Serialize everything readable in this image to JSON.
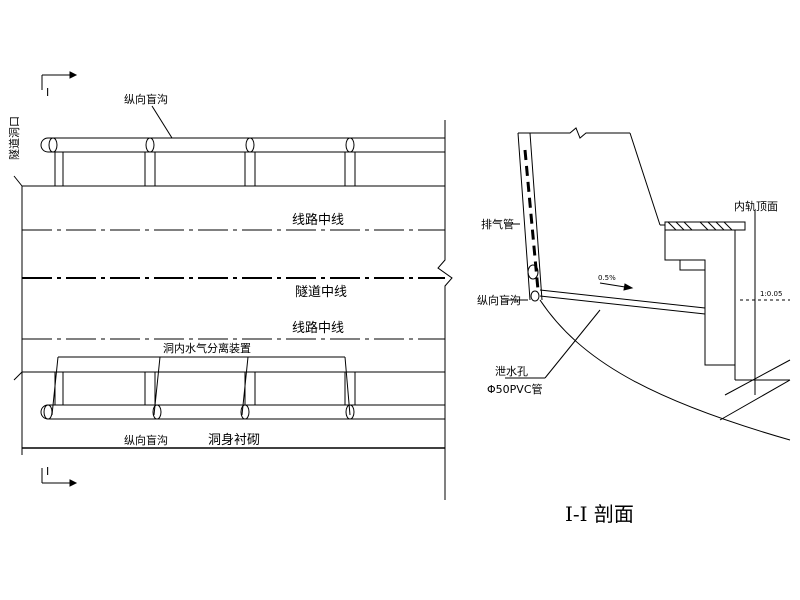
{
  "plan": {
    "section_mark_top": "I",
    "section_mark_bottom": "I",
    "portal_label": "隧道洞口",
    "ditch_label_top": "纵向盲沟",
    "ditch_label_bottom": "纵向盲沟",
    "route_centerline_top": "线路中线",
    "tunnel_centerline": "隧道中线",
    "route_centerline_bottom": "线路中线",
    "separator_label": "洞内水气分离装置",
    "lining_label": "洞身衬砌"
  },
  "section": {
    "title": "I-I 剖面",
    "exhaust_pipe_label": "排气管",
    "ditch_label": "纵向盲沟",
    "rail_top_label": "内轨顶面",
    "slope_label": "0.5%",
    "ratio_label": "1:0.05",
    "drain_hole_label": "泄水孔",
    "drain_pipe_label": "Φ50PVC管"
  }
}
